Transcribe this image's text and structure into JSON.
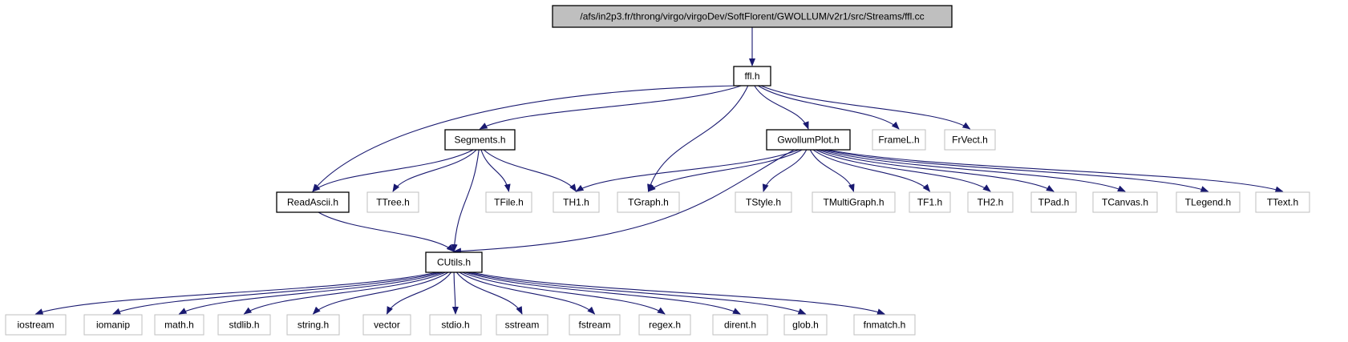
{
  "diagram": {
    "nodes": [
      {
        "id": "root",
        "label": "/afs/in2p3.fr/throng/virgo/virgoDev/SoftFlorent/GWOLLUM/v2r1/src/Streams/ffl.cc",
        "kind": "root"
      },
      {
        "id": "ffl",
        "label": "ffl.h",
        "kind": "documented"
      },
      {
        "id": "segments",
        "label": "Segments.h",
        "kind": "documented"
      },
      {
        "id": "gwollumplot",
        "label": "GwollumPlot.h",
        "kind": "documented"
      },
      {
        "id": "framel",
        "label": "FrameL.h",
        "kind": "external"
      },
      {
        "id": "frvect",
        "label": "FrVect.h",
        "kind": "external"
      },
      {
        "id": "readascii",
        "label": "ReadAscii.h",
        "kind": "documented"
      },
      {
        "id": "ttree",
        "label": "TTree.h",
        "kind": "external"
      },
      {
        "id": "tfile",
        "label": "TFile.h",
        "kind": "external"
      },
      {
        "id": "th1",
        "label": "TH1.h",
        "kind": "external"
      },
      {
        "id": "tgraph",
        "label": "TGraph.h",
        "kind": "external"
      },
      {
        "id": "tstyle",
        "label": "TStyle.h",
        "kind": "external"
      },
      {
        "id": "tmultigraph",
        "label": "TMultiGraph.h",
        "kind": "external"
      },
      {
        "id": "tf1",
        "label": "TF1.h",
        "kind": "external"
      },
      {
        "id": "th2",
        "label": "TH2.h",
        "kind": "external"
      },
      {
        "id": "tpad",
        "label": "TPad.h",
        "kind": "external"
      },
      {
        "id": "tcanvas",
        "label": "TCanvas.h",
        "kind": "external"
      },
      {
        "id": "tlegend",
        "label": "TLegend.h",
        "kind": "external"
      },
      {
        "id": "ttext",
        "label": "TText.h",
        "kind": "external"
      },
      {
        "id": "cutils",
        "label": "CUtils.h",
        "kind": "documented"
      },
      {
        "id": "iostream",
        "label": "iostream",
        "kind": "external"
      },
      {
        "id": "iomanip",
        "label": "iomanip",
        "kind": "external"
      },
      {
        "id": "math",
        "label": "math.h",
        "kind": "external"
      },
      {
        "id": "stdlib",
        "label": "stdlib.h",
        "kind": "external"
      },
      {
        "id": "string",
        "label": "string.h",
        "kind": "external"
      },
      {
        "id": "vector",
        "label": "vector",
        "kind": "external"
      },
      {
        "id": "stdio",
        "label": "stdio.h",
        "kind": "external"
      },
      {
        "id": "sstream",
        "label": "sstream",
        "kind": "external"
      },
      {
        "id": "fstream",
        "label": "fstream",
        "kind": "external"
      },
      {
        "id": "regex",
        "label": "regex.h",
        "kind": "external"
      },
      {
        "id": "dirent",
        "label": "dirent.h",
        "kind": "external"
      },
      {
        "id": "glob",
        "label": "glob.h",
        "kind": "external"
      },
      {
        "id": "fnmatch",
        "label": "fnmatch.h",
        "kind": "external"
      }
    ],
    "edges": [
      [
        "root",
        "ffl"
      ],
      [
        "ffl",
        "readascii"
      ],
      [
        "ffl",
        "segments"
      ],
      [
        "ffl",
        "tgraph"
      ],
      [
        "ffl",
        "gwollumplot"
      ],
      [
        "ffl",
        "framel"
      ],
      [
        "ffl",
        "frvect"
      ],
      [
        "segments",
        "readascii"
      ],
      [
        "segments",
        "ttree"
      ],
      [
        "segments",
        "tfile"
      ],
      [
        "segments",
        "th1"
      ],
      [
        "segments",
        "cutils"
      ],
      [
        "gwollumplot",
        "th1"
      ],
      [
        "gwollumplot",
        "tgraph"
      ],
      [
        "gwollumplot",
        "tstyle"
      ],
      [
        "gwollumplot",
        "tmultigraph"
      ],
      [
        "gwollumplot",
        "tf1"
      ],
      [
        "gwollumplot",
        "th2"
      ],
      [
        "gwollumplot",
        "tpad"
      ],
      [
        "gwollumplot",
        "tcanvas"
      ],
      [
        "gwollumplot",
        "tlegend"
      ],
      [
        "gwollumplot",
        "ttext"
      ],
      [
        "gwollumplot",
        "cutils"
      ],
      [
        "readascii",
        "cutils"
      ],
      [
        "cutils",
        "iostream"
      ],
      [
        "cutils",
        "iomanip"
      ],
      [
        "cutils",
        "math"
      ],
      [
        "cutils",
        "stdlib"
      ],
      [
        "cutils",
        "string"
      ],
      [
        "cutils",
        "vector"
      ],
      [
        "cutils",
        "stdio"
      ],
      [
        "cutils",
        "sstream"
      ],
      [
        "cutils",
        "fstream"
      ],
      [
        "cutils",
        "regex"
      ],
      [
        "cutils",
        "dirent"
      ],
      [
        "cutils",
        "glob"
      ],
      [
        "cutils",
        "fnmatch"
      ]
    ],
    "colors": {
      "edge": "#191970",
      "root_fill": "#bfbfbf",
      "documented_border": "#000000",
      "external_border": "#bfbfbf",
      "external_text": "#000000",
      "background": "#ffffff"
    }
  }
}
